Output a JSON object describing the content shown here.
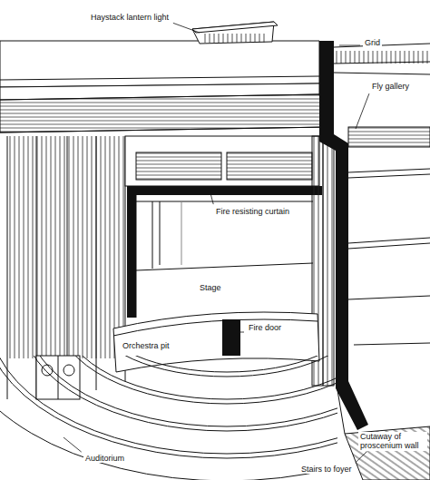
{
  "diagram": {
    "labels": [
      "Haystack lantern light",
      "Grid",
      "Fly gallery",
      "Fire resisting curtain",
      "Stage",
      "Fire door",
      "Orchestra pit",
      "Cutaway of proscenium wall",
      "Auditorium",
      "Stairs to foyer"
    ]
  }
}
